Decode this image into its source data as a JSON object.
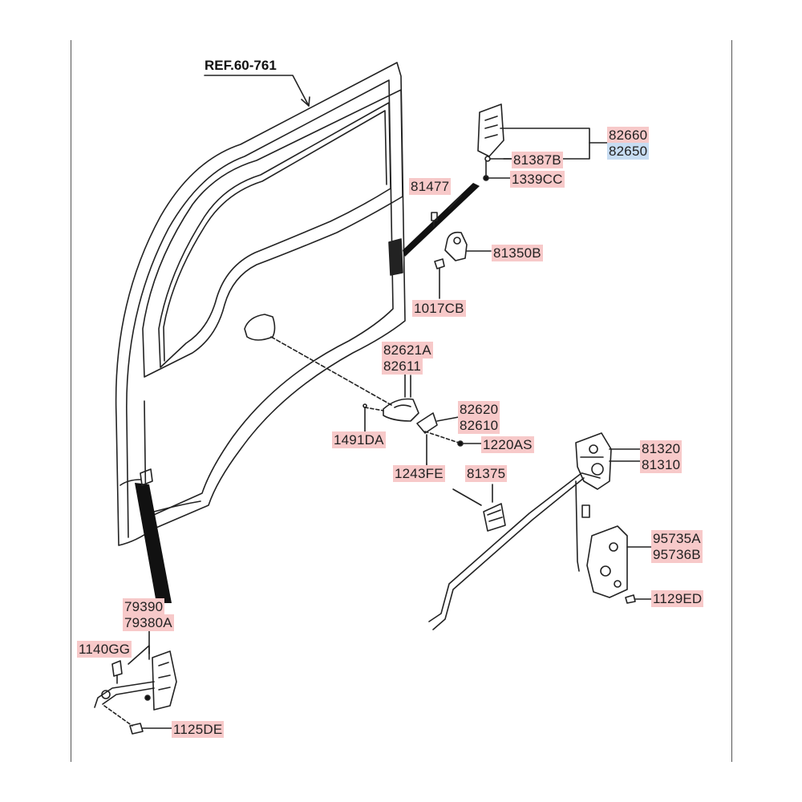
{
  "reference": "REF.60-761",
  "highlight_colors": {
    "part": "#f7c9c9",
    "selected": "#c7dcf2"
  },
  "labels": {
    "p82660": "82660",
    "p82650": "82650",
    "p81387B": "81387B",
    "p1339CC": "1339CC",
    "p81477": "81477",
    "p81350B": "81350B",
    "p1017CB": "1017CB",
    "p82621A": "82621A",
    "p82611": "82611",
    "p82620": "82620",
    "p82610": "82610",
    "p1491DA": "1491DA",
    "p1220AS": "1220AS",
    "p1243FE": "1243FE",
    "p81375": "81375",
    "p81320": "81320",
    "p81310": "81310",
    "p95735A": "95735A",
    "p95736B": "95736B",
    "p1129ED": "1129ED",
    "p79390": "79390",
    "p79380A": "79380A",
    "p1140GG": "1140GG",
    "p1125DE": "1125DE"
  }
}
